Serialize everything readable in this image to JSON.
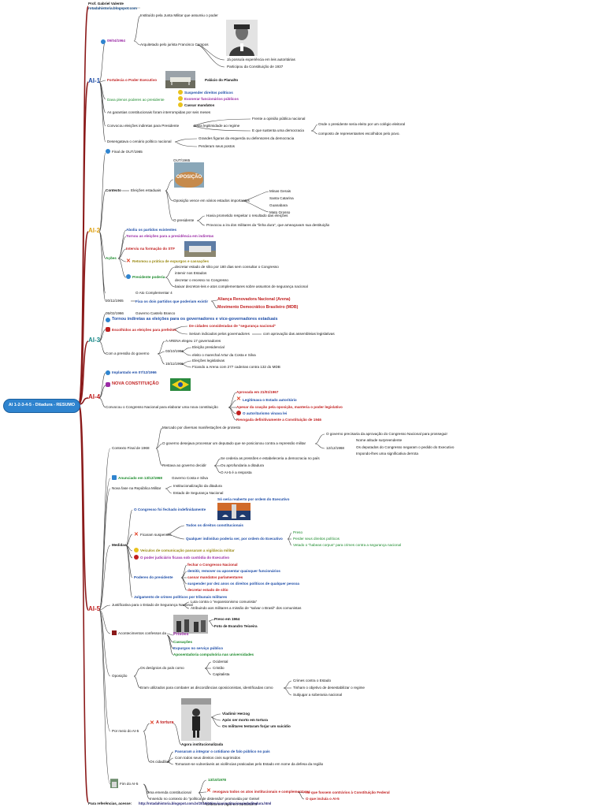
{
  "header": {
    "author": "Prof. Gabriel Valente",
    "blog": "rotadahistoria.blogspot.com"
  },
  "root": {
    "label": "AI 1-2-3-4-5 - Ditadura - RESUMO"
  },
  "ai1": {
    "label": "AI-1",
    "date": "09/04/1964",
    "date_children": [
      "Instituído pela Junta Militar que assumiu o poder",
      "Arquitetado pelo jurista Francisco Campos"
    ],
    "campos_children": [
      "Já possuía experiência em leis autoritárias",
      "Participou da Constituição de 1937"
    ],
    "fortalecia": "Fortalecia o Poder Executivo",
    "palacio": "Palácio do Planalto",
    "plenos_poderes": "Dava plenos poderes ao presidente",
    "plenos_children": [
      "Suspender direitos políticos",
      "Exonerar funcionários públicos",
      "Cassar mandatos"
    ],
    "garantias": "As garantias constitucionais foram interrompidas por seis meses",
    "eleicoes": "Convocou eleições indiretas para Presidente",
    "legitimidade": "Dava legitimidade ao regime",
    "legit_children": [
      "Frente a opinião pública nacional",
      "E que sustenta uma democracia"
    ],
    "colegio": [
      "Onde o presidente seria eleito por um colégio eleitoral",
      "composto de representantes escolhidos pelo povo."
    ],
    "desengatava": "Desengatava o cenário político nacional",
    "desengatava_children": [
      "Grandes figuras da esquerda ou defensores da democracia",
      "Perderam seus postos"
    ]
  },
  "ai2": {
    "label": "AI-2",
    "final": "Final de OUT/1965",
    "contexto": "Contexto",
    "eleicoes_estaduais": "Eleições estaduais",
    "outubro": "OUT/1965",
    "oposicao_img": "OPOSIÇÃO",
    "oposicao_vence": "Oposição vence em vários estados importantes",
    "estados": [
      "Minas Gerais",
      "Santa Catarina",
      "Guanabara",
      "Mato Grosso"
    ],
    "presidente": "O presidente",
    "presidente_children": [
      "Havia prometido respeitar o resultado das eleições",
      "Provocou a ira dos militares da \"linha dura\", que ameaçavam sua destituição"
    ],
    "acoes": "Ações",
    "acoes_children": [
      "Aboliu os partidos existentes",
      "Tornou as eleições para a presidência em indiretas",
      "Interviu na formação do STF",
      "Retomou a prática de expurgos e cassações"
    ],
    "poderes_presidente": "Presidente poderia",
    "poderes_children": [
      "decretar estado de sítio por 180 dias sem consultar o Congresso",
      "intervir nos Estados",
      "decretar o recesso no Congresso",
      "baixar decretos-leis e atos complementares sobre assuntos de segurança nacional"
    ],
    "ato_complementar": "O Ato Complementar 4",
    "data_ac": "20/11/1965",
    "fixa": "Fixa os dois partidos que poderiam existir",
    "partidos": [
      "Aliança Renovadora Nacional (Arena)",
      "Movimento Democrático Brasileiro (MDB)"
    ]
  },
  "ai3": {
    "label": "AI-3",
    "date": "05/02/1966",
    "governo": "Governo Castelo Branco",
    "tornou": "Tornou indiretas as eleições para os governadores e vice-governadores estaduais",
    "escolhidos": "Escolhidos as eleições para prefeitos",
    "escolhidos_children": [
      "De cidades consideradas de \"segurança nacional\"",
      "Seriam indicados pelos governadores"
    ],
    "aprovacao": "com aprovação das assembleias legislativas",
    "pressao": "Com a pressão do governo",
    "pressao_children": [
      "A ARENA elegeu 17 governadores",
      "03/10/1966",
      "15/11/1966"
    ],
    "d1_children": [
      "Eleição presidencial",
      "eleito o marechal Artur da Costa e Silva"
    ],
    "d2_children": [
      "Eleições legislativas",
      "Ficando a Arena com 277 cadeiras contra 132 do MDB"
    ]
  },
  "ai4": {
    "label": "AI-4",
    "implantado": "Implantado em 07/12/1966",
    "nova": "NOVA CONSTITUIÇÃO",
    "convocou": "Convocou o Congresso Nacional para elaborar uma nova constituição",
    "children": [
      "Aprovada em 21/01/1967",
      "Legitimava o Estado autoritário",
      "Apesar da coação pela oposição, manteria o poder legislativo",
      "O autoritarismo vinava lei",
      "Revogada definitivamente a Constituição de 1946"
    ]
  },
  "ai5": {
    "label": "AI-5",
    "contexto_final": "Contexto Final de 1968",
    "marcado": "Marcado por diversas manifestações de protesto",
    "governo_desejava": "O governo desejava processar um deputado que se posicionou contra a repressão militar",
    "deputado_children": [
      "O governo precisaria da aprovação do Congresso Nacional para prosseguir",
      "Nome atitude surpreendente",
      "12/12/1968",
      "Os deputados do Congresso negaram o pedido do Executivo",
      "Impondo-lhes uma significativa derrota"
    ],
    "restava": "Restava ao governo decidir",
    "restava_children": [
      "Se cederia as pressões e estabeleceria a democracia no país",
      "Ou aprofundaria a ditadura",
      "O AI-5 é a resposta"
    ],
    "anunciado": "Anunciado em 13/12/1968",
    "governo_costa": "Governo Costa e Silva",
    "nova_fase": "Nova fase na República Militar",
    "nova_fase_children": [
      "Institucionalização da ditadura",
      "Estado de Segurança Nacional"
    ],
    "medidas": "Medidas",
    "congresso_fechado": "O Congresso foi fechado indefinidamente",
    "reaberto": "Só seria reaberto por ordem do Executivo",
    "ficaram_suspensos": "Ficaram suspensos",
    "suspensos_children": [
      "Todos os direitos constitucionais",
      "Qualquer indivíduo poderia ser, por ordem do Executivo"
    ],
    "indiv_children": [
      "Preso",
      "Perder seus direitos políticos",
      "Vetado o \"habeas corpus\" para crimes contra a segurança nacional"
    ],
    "veiculos": "Veículos de comunicação passaram a vigilância militar",
    "poder_judiciario": "O poder judiciário ficava sob custódia do Executivo",
    "poderes_presidente": "Poderes do presidente",
    "poderes_children": [
      "fechar o Congresso Nacional",
      "demitir, remover ou aposentar quaisquer funcionários",
      "cassar mandatos parlamentares",
      "suspender por dez anos os direitos políticos de qualquer pessoa",
      "decretar estado de sítio"
    ],
    "julgamento": "Julgamento de crimes políticos por tribunais militares",
    "justificativa": "Justificativa para o Estado de Segurança Nacional",
    "justificativa_children": [
      "Luta contra o \"expansionismo comunista\"",
      "Atribuindo aos militares a missão de \"salvar o Brasil\" dos comunistas"
    ],
    "acontecimentos": "Acontecimentos confessos da",
    "preso_1964": "Preso em 1964",
    "foto_ewaldo": "Foto de Evandro Teixeira",
    "acont_children": [
      "Prisões",
      "Cassações",
      "Expurgos no serviço público",
      "Aposentadoria compulsória nas universidades"
    ],
    "oposicao": "Oposição",
    "designios": "Os desígnios do país como",
    "designios_children": [
      "Ocidental",
      "Cristão",
      "Capitalista"
    ],
    "usados": "Eram utilizados para combater as discordâncias oposicionistas, identificadas como",
    "usados_children": [
      "Crimes contra o Estado",
      "Tinham o objetivo de desestabilizar o regime",
      "Subjugar a soberania nacional"
    ],
    "por_meio": "Por meio do AI-5",
    "tortura": "A tortura",
    "herzog": [
      "Vladimir Herzog",
      "Após ser morto em tortura",
      "Os militares tentaram forjar um suicídio"
    ],
    "agora": "Agora institucionalizada",
    "cidadaos": "Os cidadãos",
    "cidadaos_children": [
      "Passaram a integrar o cotidiano de falo público no país",
      "Com todos seus direitos civis suprimidos",
      "Tornaram-se vulneráveis as violências praticadas pelo Estado em nome da defesa da região"
    ],
    "fim": "Fim do AI-5",
    "emenda": "Uma emenda constitucional",
    "emenda_date": "13/10/1978",
    "revogava": "revogava todos os atos institucionais e complementares",
    "nao_fossem": "no que fossem contrários à Constituição Federal",
    "o_que": "O que incluía o AI-5",
    "entrou": "Entrou em vigor em 01/01/1979",
    "inserido": "Inserido no contexto do \"política de distensão\" promovida por Geisel"
  },
  "footer": {
    "label": "Para referências, acesse:",
    "url": "http://rotadahistoria.blogspot.com.br/2019/03/revisaoinstitucionaisdaditadura.html"
  }
}
